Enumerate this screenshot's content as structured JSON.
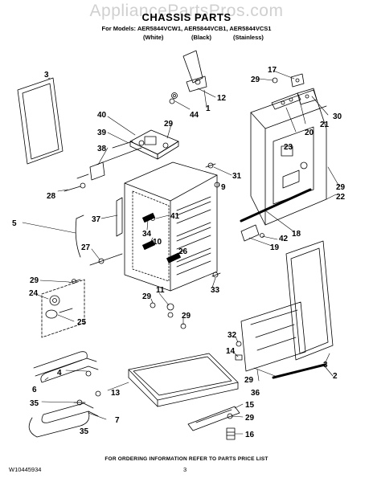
{
  "watermark": "AppliancePartsPros.com",
  "header": {
    "title": "CHASSIS PARTS",
    "models": "For Models: AER5844VCW1, AER5844VCB1, AER5844VCS1",
    "variants": [
      "(White)",
      "(Black)",
      "(Stainless)"
    ]
  },
  "callouts": {
    "c3a": "3",
    "c40": "40",
    "c39": "39",
    "c38": "38",
    "c28": "28",
    "c5": "5",
    "c37": "37",
    "c27": "27",
    "c29a": "29",
    "c24": "24",
    "c25": "25",
    "c4": "4",
    "c6": "6",
    "c35a": "35",
    "c35b": "35",
    "c13": "13",
    "c7": "7",
    "c12": "12",
    "c44": "44",
    "c1": "1",
    "c29b": "29",
    "c17": "17",
    "c29c": "29",
    "c20": "20",
    "c21": "21",
    "c30": "30",
    "c23": "23",
    "c31": "31",
    "c9": "9",
    "c29d": "29",
    "c22": "22",
    "c41": "41",
    "c34": "34",
    "c10": "10",
    "c26": "26",
    "c33": "33",
    "c18": "18",
    "c42": "42",
    "c19": "19",
    "c11": "11",
    "c29e": "29",
    "c29f": "29",
    "c32": "32",
    "c14": "14",
    "c3b": "3",
    "c2": "2",
    "c29g": "29",
    "c36": "36",
    "c15": "15",
    "c29h": "29",
    "c16": "16"
  },
  "footer": {
    "doc_number": "W10445934",
    "page": "3",
    "note": "FOR ORDERING INFORMATION REFER TO PARTS PRICE LIST"
  }
}
